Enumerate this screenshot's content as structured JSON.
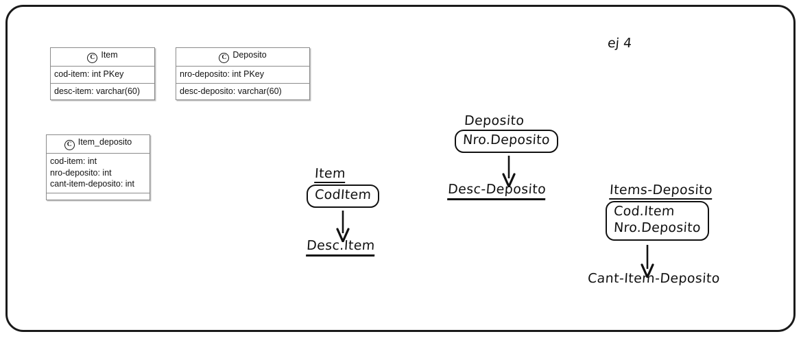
{
  "page": {
    "note": "ej 4",
    "border_color": "#1a1a1a",
    "background_color": "#ffffff"
  },
  "uml_classes": [
    {
      "id": "item",
      "stereotype_icon": "circled-c-icon",
      "stereotype_letter": "C",
      "name": "Item",
      "compartments": [
        {
          "attributes": [
            "cod-item: int PKey"
          ]
        },
        {
          "attributes": [
            "desc-item: varchar(60)"
          ]
        }
      ]
    },
    {
      "id": "deposito",
      "stereotype_icon": "circled-c-icon",
      "stereotype_letter": "C",
      "name": "Deposito",
      "compartments": [
        {
          "attributes": [
            "nro-deposito: int PKey"
          ]
        },
        {
          "attributes": [
            "desc-deposito: varchar(60)"
          ]
        }
      ]
    },
    {
      "id": "item_deposito",
      "stereotype_icon": "circled-c-icon",
      "stereotype_letter": "C",
      "name": "Item_deposito",
      "compartments": [
        {
          "attributes": [
            "cod-item: int",
            "nro-deposito: int",
            "cant-item-deposito: int"
          ]
        },
        {
          "attributes": []
        }
      ]
    }
  ],
  "handwritten_groups": [
    {
      "id": "item",
      "title": "Item",
      "title_underlined": true,
      "key_lines": [
        "CodItem"
      ],
      "arrow_icon": "down-arrow-icon",
      "result": "Desc.Item",
      "result_underlined": true
    },
    {
      "id": "deposito",
      "title": "Deposito",
      "title_underlined": false,
      "key_lines": [
        "Nro.Deposito"
      ],
      "arrow_icon": "down-arrow-icon",
      "result": "Desc-Deposito",
      "result_underlined": true
    },
    {
      "id": "items_deposito",
      "title": "Items-Deposito",
      "title_underlined": true,
      "key_lines": [
        "Cod.Item",
        "Nro.Deposito"
      ],
      "arrow_icon": "down-arrow-icon",
      "result": "Cant-Item-Deposito",
      "result_underlined": false
    }
  ]
}
